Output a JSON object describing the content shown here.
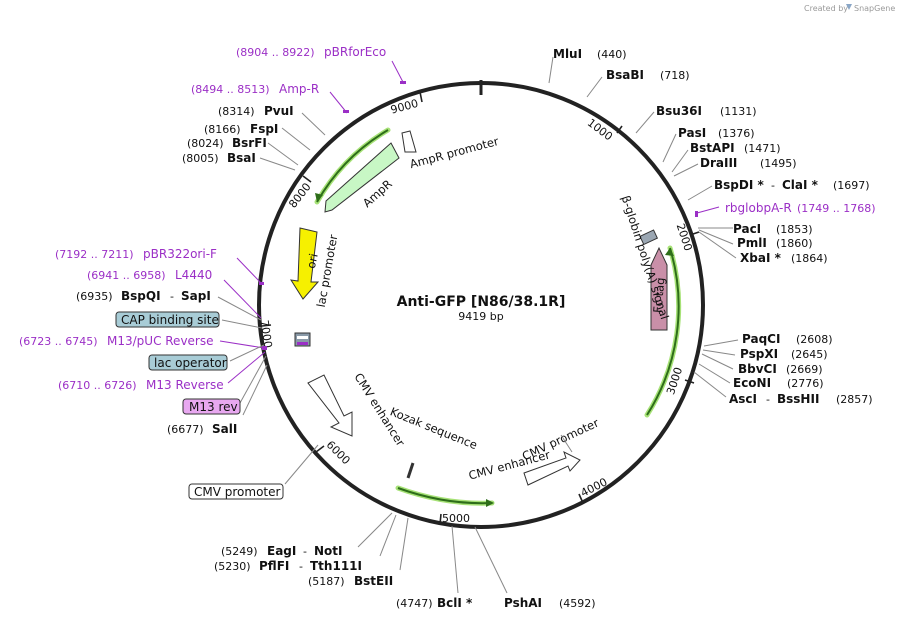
{
  "watermark": {
    "prefix": "Created by",
    "brand": "SnapGene"
  },
  "plasmid": {
    "name": "Anti-GFP [N86/38.1R]",
    "size": "9419 bp"
  },
  "scale_ticks": [
    "1000",
    "2000",
    "3000",
    "4000",
    "5000",
    "6000",
    "7000",
    "8000",
    "9000"
  ],
  "sites": [
    {
      "name": "MluI",
      "pos": "(440)"
    },
    {
      "name": "BsaBI",
      "pos": "(718)"
    },
    {
      "name": "Bsu36I",
      "pos": "(1131)"
    },
    {
      "name": "PasI",
      "pos": "(1376)"
    },
    {
      "name": "BstAPI",
      "pos": "(1471)"
    },
    {
      "name": "DraIII",
      "pos": "(1495)"
    },
    {
      "name": "BspDI *",
      "sep": "-",
      "name2": "ClaI *",
      "pos": "(1697)"
    },
    {
      "name": "PacI",
      "pos": "(1853)"
    },
    {
      "name": "PmlI",
      "pos": "(1860)"
    },
    {
      "name": "XbaI *",
      "pos": "(1864)"
    },
    {
      "name": "PaqCI",
      "pos": "(2608)"
    },
    {
      "name": "PspXI",
      "pos": "(2645)"
    },
    {
      "name": "BbvCI",
      "pos": "(2669)"
    },
    {
      "name": "EcoNI",
      "pos": "(2776)"
    },
    {
      "name": "AscI",
      "sep": "-",
      "name2": "BssHII",
      "pos": "(2857)"
    },
    {
      "name": "PshAI",
      "pos": "(4592)"
    },
    {
      "name": "BclI *",
      "pos": "(4747)"
    },
    {
      "name": "BstEII",
      "pos": "(5187)"
    },
    {
      "name": "PflFI",
      "sep": "-",
      "name2": "Tth111I",
      "pos": "(5230)"
    },
    {
      "name": "EagI",
      "sep": "-",
      "name2": "NotI",
      "pos": "(5249)"
    },
    {
      "name": "SalI",
      "pos": "(6677)"
    },
    {
      "name": "BspQI",
      "sep": "-",
      "name2": "SapI",
      "pos": "(6935)"
    },
    {
      "name": "BsaI",
      "pos": "(8005)"
    },
    {
      "name": "BsrFI",
      "pos": "(8024)"
    },
    {
      "name": "FspI",
      "pos": "(8166)"
    },
    {
      "name": "PvuI",
      "pos": "(8314)"
    }
  ],
  "primers": [
    {
      "name": "pBRforEco",
      "range": "(8904 .. 8922)"
    },
    {
      "name": "Amp-R",
      "range": "(8494 .. 8513)"
    },
    {
      "name": "rbglobpA-R",
      "range": "(1749 .. 1768)"
    },
    {
      "name": "pBR322ori-F",
      "range": "(7192 .. 7211)"
    },
    {
      "name": "L4440",
      "range": "(6941 .. 6958)"
    },
    {
      "name": "M13/pUC Reverse",
      "range": "(6723 .. 6745)"
    },
    {
      "name": "M13 Reverse",
      "range": "(6710 .. 6726)"
    }
  ],
  "boxed_labels": {
    "cap": "CAP binding site",
    "lacop": "lac operator",
    "m13rev": "M13 rev",
    "cmvprom": "CMV promoter"
  },
  "features": {
    "ampr_promoter": "AmpR promoter",
    "ampr": "AmpR",
    "ori": "ori",
    "lac_promoter": "lac promoter",
    "cmv_enhancer_left": "CMV enhancer",
    "kozak": "Kozak sequence",
    "cmv_enhancer_right": "CMV enhancer",
    "cmv_promoter_right": "CMV promoter",
    "fc_tag": "Fc tag",
    "polya": "β-globin poly(A) signal"
  },
  "colors": {
    "ampr": "#c8f7c5",
    "ori": "#f6f000",
    "fc_tag": "#c98fa8",
    "primer": "#9b2fc6",
    "cap_box": "#a8ccd6",
    "m13_box": "#e8a8f0",
    "orf": "#8ad84a"
  }
}
